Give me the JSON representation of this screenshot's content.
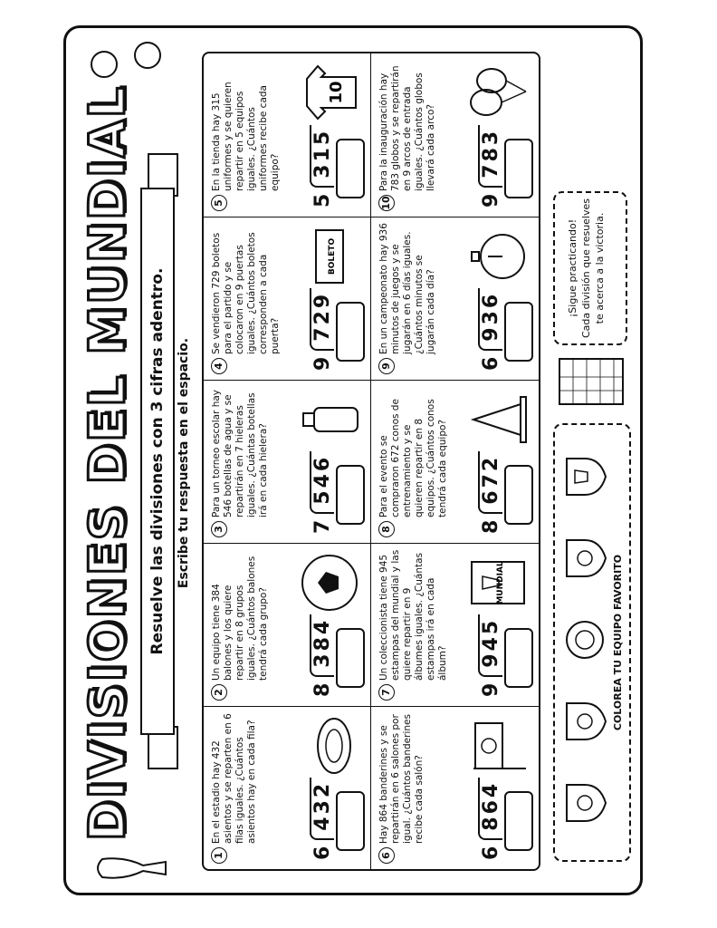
{
  "title": "DIVISIONES DEL MUNDIAL",
  "banner": "Resuelve las divisiones con 3 cifras adentro.",
  "subtitle": "Escribe tu respuesta en el espacio.",
  "problems": [
    {
      "n": "1",
      "text": "En el estadio hay 432 asientos y se reparten en 6 filas iguales. ¿Cuántos asientos hay en cada fila?",
      "divisor": "6",
      "dividend": "432",
      "pic": "stadium-icon"
    },
    {
      "n": "2",
      "text": "Un equipo tiene 384 balones y los quiere repartir en 8 grupos iguales. ¿Cuántos balones tendrá cada grupo?",
      "divisor": "8",
      "dividend": "384",
      "pic": "soccer-ball-icon"
    },
    {
      "n": "3",
      "text": "Para un torneo escolar hay 546 botellas de agua y se repartirán en 7 hieleras iguales. ¿Cuántas botellas irá en cada hielera?",
      "divisor": "7",
      "dividend": "546",
      "pic": "water-bottle-icon"
    },
    {
      "n": "4",
      "text": "Se vendieron 729 boletos para el partido y se colocaron en 9 puertas iguales. ¿Cuántos boletos corresponden a cada puerta?",
      "divisor": "9",
      "dividend": "729",
      "pic": "ticket-icon",
      "pic_label": "BOLETO"
    },
    {
      "n": "5",
      "text": "En la tienda hay 315 uniformes y se quieren repartir en 5 equipos iguales. ¿Cuántos uniformes recibe cada equipo?",
      "divisor": "5",
      "dividend": "315",
      "pic": "jersey-icon",
      "pic_label": "10"
    },
    {
      "n": "6",
      "text": "Hay 864 banderines y se repartirán en 6 salones por igual. ¿Cuántos banderines recibe cada salón?",
      "divisor": "6",
      "dividend": "864",
      "pic": "flag-icon"
    },
    {
      "n": "7",
      "text": "Un coleccionista tiene 945 estampas del mundial y las quiere repartir en 9 álbumes iguales. ¿Cuántas estampas irá en cada álbum?",
      "divisor": "9",
      "dividend": "945",
      "pic": "sticker-pack-icon",
      "pic_label": "MUNDIAL"
    },
    {
      "n": "8",
      "text": "Para el evento se compraron 672 conos de entrenamiento y se quieren repartir en 8 equipos. ¿Cuántos conos tendrá cada equipo?",
      "divisor": "8",
      "dividend": "672",
      "pic": "cone-icon"
    },
    {
      "n": "9",
      "text": "En un campeonato hay 936 minutos de juegos y se jugarán en 6 días iguales. ¿Cuántos minutos se jugarán cada día?",
      "divisor": "6",
      "dividend": "936",
      "pic": "stopwatch-icon"
    },
    {
      "n": "10",
      "text": "Para la inauguración hay 783 globos y se repartirán en 9 arcos de entrada iguales. ¿Cuántos globos llevará cada arco?",
      "divisor": "9",
      "dividend": "783",
      "pic": "balloons-icon"
    }
  ],
  "message": [
    "¡Sigue practicando!",
    "Cada división que resuelves",
    "te acerca a la victoria."
  ],
  "team_label": "COLOREA TU EQUIPO FAVORITO"
}
